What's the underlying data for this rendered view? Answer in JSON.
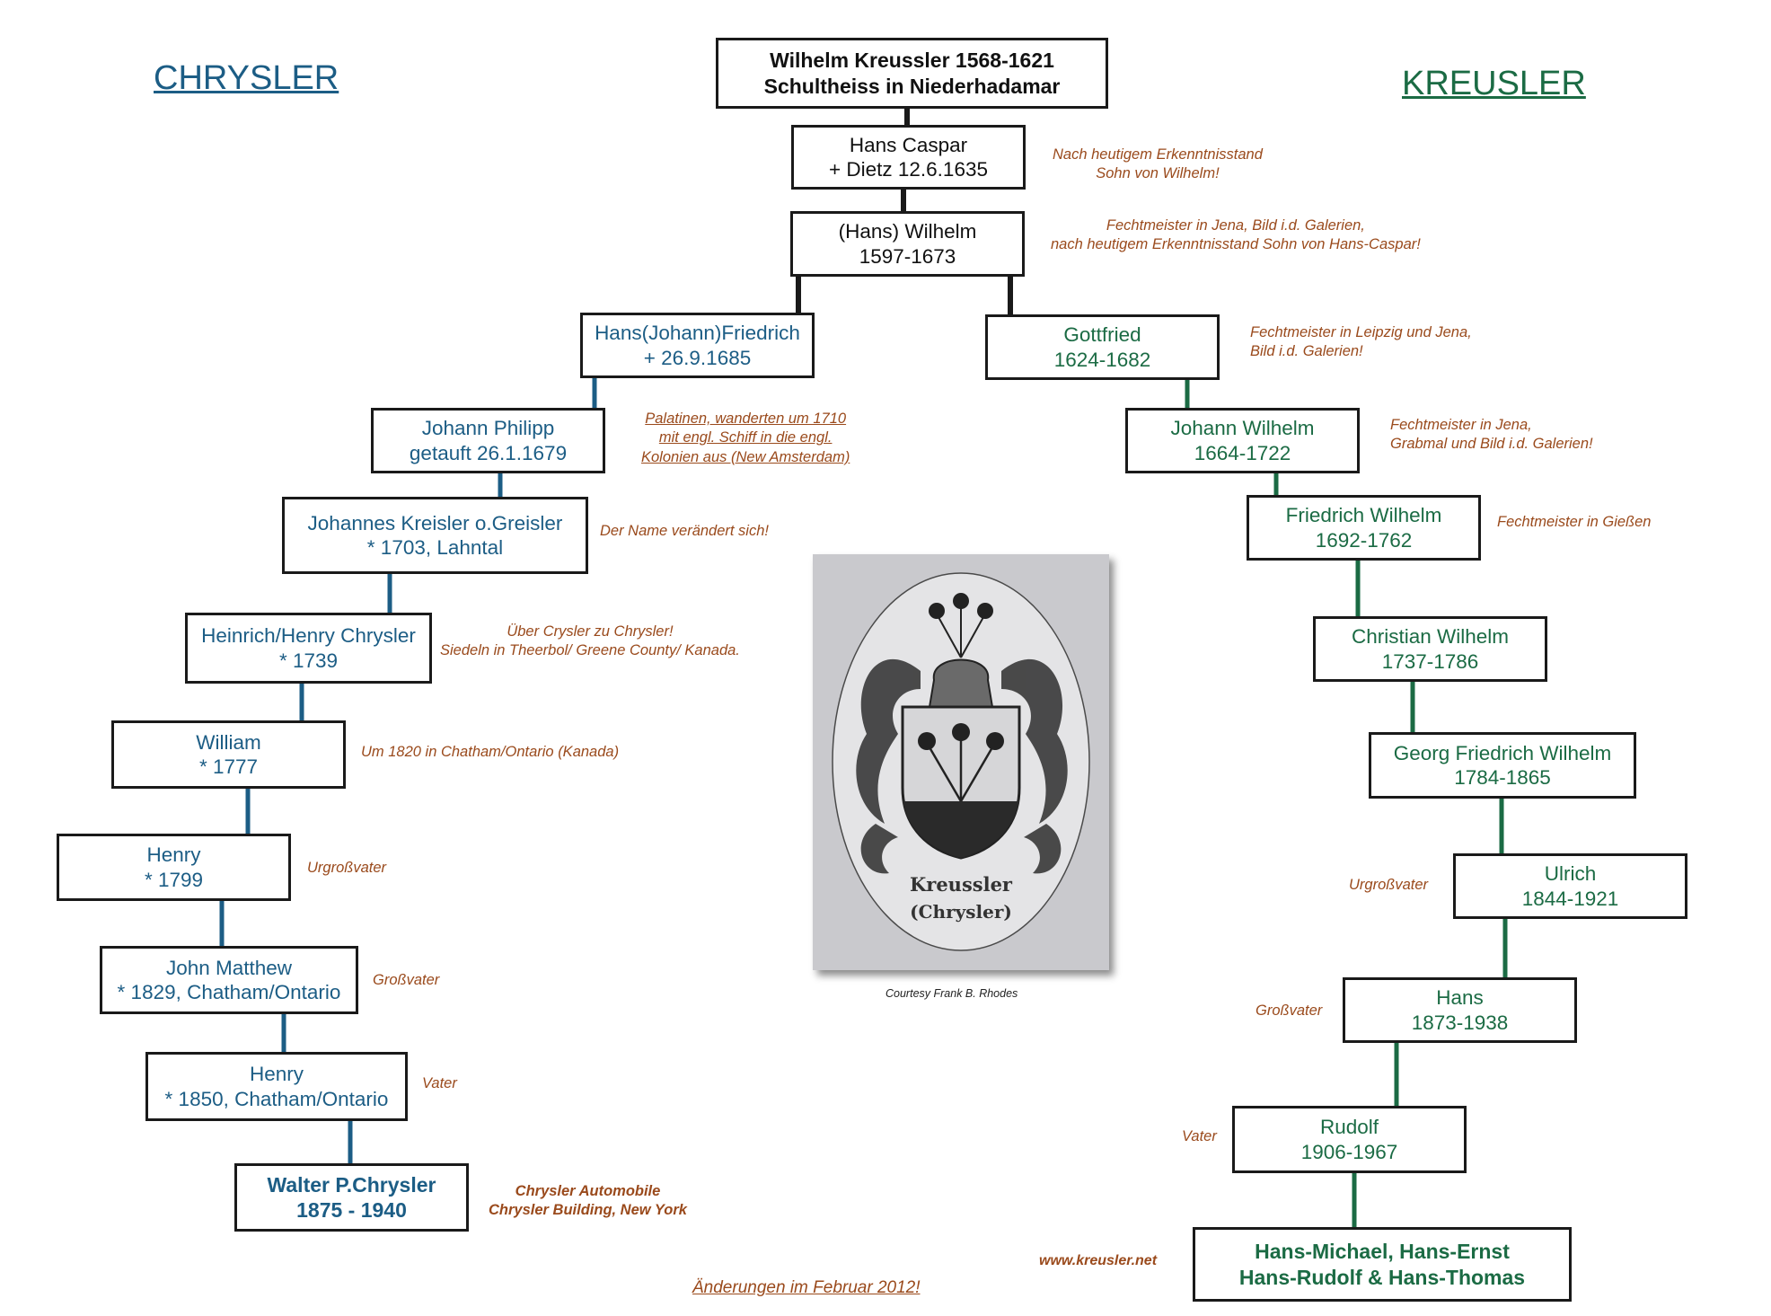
{
  "headings": {
    "left": "CHRYSLER",
    "right": "KREUSLER"
  },
  "root": {
    "line1": "Wilhelm Kreussler 1568-1621",
    "line2": "Schultheiss in Niederhadamar"
  },
  "hans_caspar": {
    "line1": "Hans Caspar",
    "line2": "+ Dietz 12.6.1635"
  },
  "hans_wilhelm": {
    "line1": "(Hans) Wilhelm",
    "line2": "1597-1673"
  },
  "chrysler_line": [
    {
      "line1": "Hans(Johann)Friedrich",
      "line2": "+ 26.9.1685"
    },
    {
      "line1": "Johann Philipp",
      "line2": "getauft 26.1.1679"
    },
    {
      "line1": "Johannes Kreisler o.Greisler",
      "line2": "* 1703, Lahntal"
    },
    {
      "line1": "Heinrich/Henry Chrysler",
      "line2": "* 1739"
    },
    {
      "line1": "William",
      "line2": "* 1777"
    },
    {
      "line1": "Henry",
      "line2": "* 1799"
    },
    {
      "line1": "John Matthew",
      "line2": "* 1829, Chatham/Ontario"
    },
    {
      "line1": "Henry",
      "line2": "* 1850, Chatham/Ontario"
    },
    {
      "line1": "Walter P.Chrysler",
      "line2": "1875 - 1940"
    }
  ],
  "kreusler_line": [
    {
      "line1": "Gottfried",
      "line2": "1624-1682"
    },
    {
      "line1": "Johann Wilhelm",
      "line2": "1664-1722"
    },
    {
      "line1": "Friedrich Wilhelm",
      "line2": "1692-1762"
    },
    {
      "line1": "Christian Wilhelm",
      "line2": "1737-1786"
    },
    {
      "line1": "Georg Friedrich Wilhelm",
      "line2": "1784-1865"
    },
    {
      "line1": "Ulrich",
      "line2": "1844-1921"
    },
    {
      "line1": "Hans",
      "line2": "1873-1938"
    },
    {
      "line1": "Rudolf",
      "line2": "1906-1967"
    },
    {
      "line1": "Hans-Michael, Hans-Ernst",
      "line2": "Hans-Rudolf & Hans-Thomas"
    }
  ],
  "notes": {
    "hans_caspar": [
      "Nach heutigem Erkenntnisstand",
      "Sohn von Wilhelm!"
    ],
    "hans_wilhelm": [
      "Fechtmeister in Jena, Bild i.d. Galerien,",
      "nach heutigem Erkenntnisstand Sohn von Hans-Caspar!"
    ],
    "gottfried": [
      "Fechtmeister in Leipzig und Jena,",
      "Bild i.d. Galerien!"
    ],
    "johann_wilhelm": [
      "Fechtmeister in Jena,",
      "Grabmal und Bild i.d. Galerien!"
    ],
    "friedrich_wilhelm": "Fechtmeister in Gießen",
    "johann_philipp": [
      "Palatinen, wanderten um 1710",
      "mit engl. Schiff in die engl.",
      "Kolonien aus (New Amsterdam)"
    ],
    "johannes": "Der Name verändert sich!",
    "heinrich": [
      "Über Crysler zu Chrysler!",
      "Siedeln in Theerbol/ Greene County/ Kanada."
    ],
    "william": "Um 1820 in Chatham/Ontario (Kanada)",
    "henry1799": "Urgroßvater",
    "john_matthew": "Großvater",
    "henry1850": "Vater",
    "walter": [
      "Chrysler Automobile",
      "Chrysler Building, New York"
    ],
    "ulrich": "Urgroßvater",
    "hans": "Großvater",
    "rudolf": "Vater"
  },
  "crest": {
    "line1": "Kreussler",
    "line2": "(Chrysler)"
  },
  "courtesy": "Courtesy Frank B. Rhodes",
  "footer": "Änderungen im Februar 2012!",
  "website": "www.kreusler.net",
  "colors": {
    "blue": "#1c5d85",
    "green": "#1b6b44",
    "note": "#9a4a1c",
    "black": "#1a1a1a"
  }
}
